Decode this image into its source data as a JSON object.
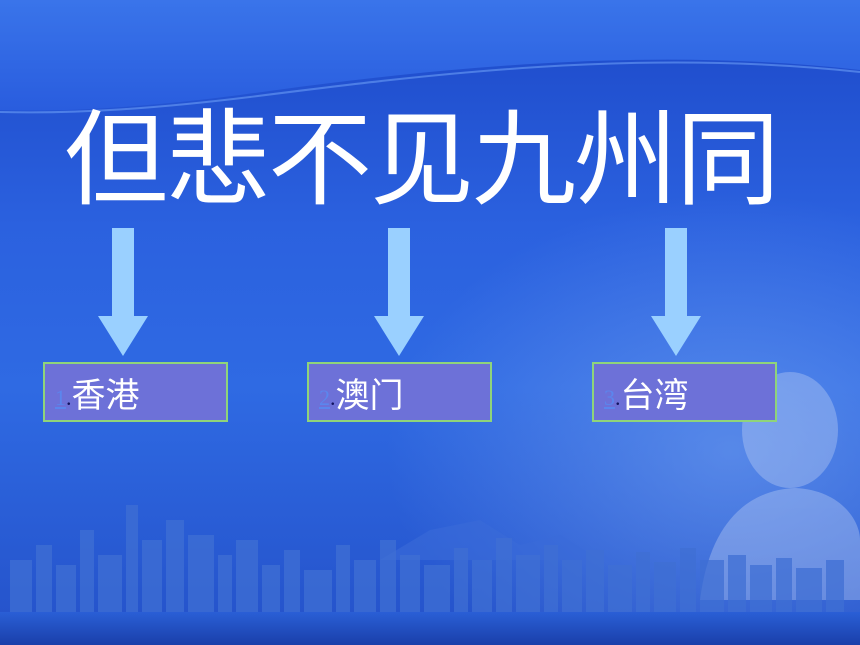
{
  "slide": {
    "title": "但悲不见九州同",
    "items": [
      {
        "number": "1",
        "separator": ".",
        "label": "香港"
      },
      {
        "number": "2",
        "separator": ".",
        "label": "澳门"
      },
      {
        "number": "3",
        "separator": ".",
        "label": "台湾"
      }
    ]
  },
  "colors": {
    "background": "#2b61df",
    "arrow": "#9ad0ff",
    "box_fill": "#6d71d8",
    "box_border": "#8fd47a",
    "number": "#5b86ee",
    "title": "#ffffff"
  }
}
